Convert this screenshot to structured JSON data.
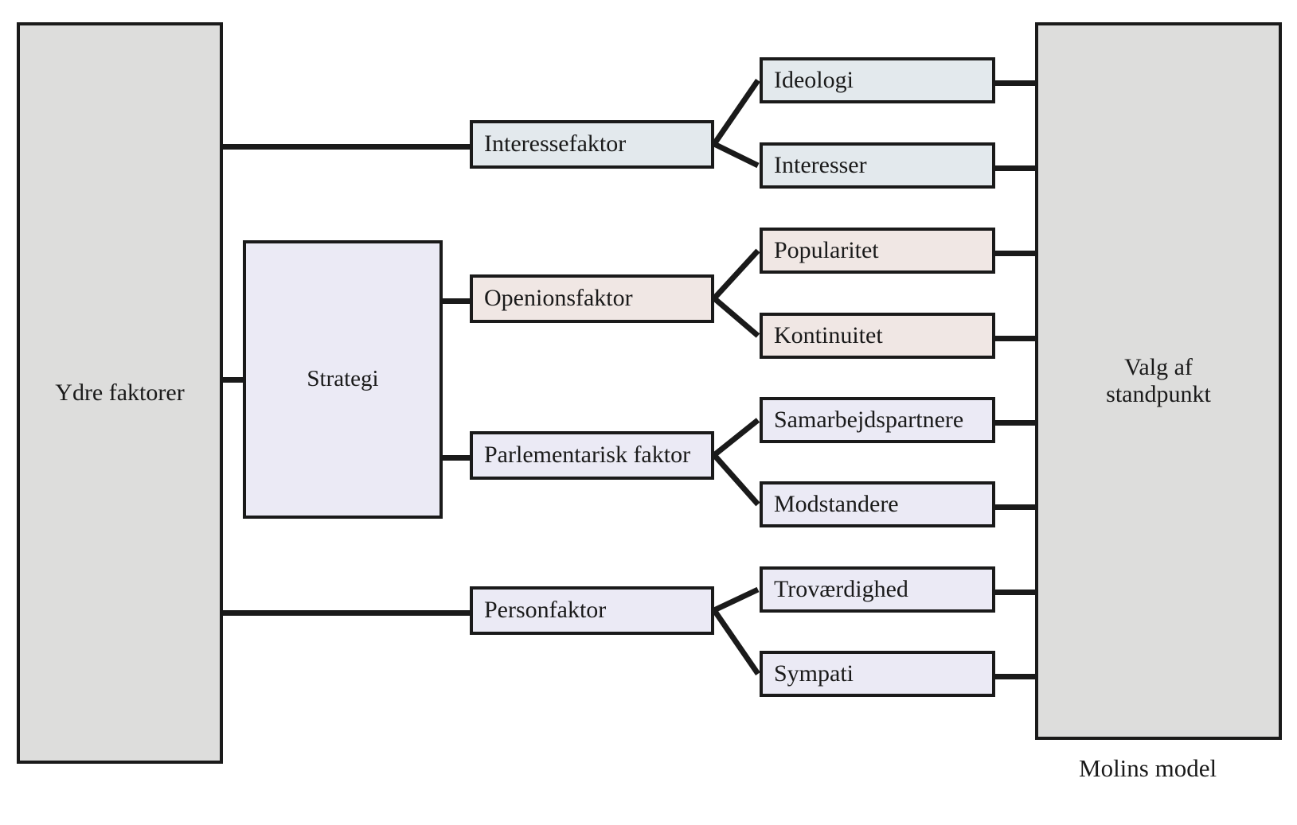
{
  "diagram": {
    "caption": "Molins model",
    "colors": {
      "outer_fill": "#dddddc",
      "interest_fill": "#e3e9ed",
      "opinion_fill": "#f0e7e4",
      "generic_fill": "#ebeaf5",
      "stroke": "#1a1a1a",
      "background": "#ffffff"
    },
    "outer_factors": {
      "label": "Ydre faktorer"
    },
    "strategy": {
      "label": "Strategi"
    },
    "outcome": {
      "label_line1": "Valg af",
      "label_line2": "standpunkt"
    },
    "factors": [
      {
        "label": "Interessefaktor",
        "fill": "#e3e9ed",
        "source": "outer_factors",
        "children": [
          {
            "label": "Ideologi",
            "fill": "#e3e9ed"
          },
          {
            "label": "Interesser",
            "fill": "#e3e9ed"
          }
        ]
      },
      {
        "label": "Openionsfaktor",
        "fill": "#f0e7e4",
        "source": "strategy",
        "children": [
          {
            "label": "Popularitet",
            "fill": "#f0e7e4"
          },
          {
            "label": "Kontinuitet",
            "fill": "#f0e7e4"
          }
        ]
      },
      {
        "label": "Parlementarisk faktor",
        "fill": "#ebeaf5",
        "source": "strategy",
        "children": [
          {
            "label": "Samarbejdspartnere",
            "fill": "#ebeaf5"
          },
          {
            "label": "Modstandere",
            "fill": "#ebeaf5"
          }
        ]
      },
      {
        "label": "Personfaktor",
        "fill": "#ebeaf5",
        "source": "outer_factors",
        "children": [
          {
            "label": "Troværdighed",
            "fill": "#ebeaf5"
          },
          {
            "label": "Sympati",
            "fill": "#ebeaf5"
          }
        ]
      }
    ]
  }
}
